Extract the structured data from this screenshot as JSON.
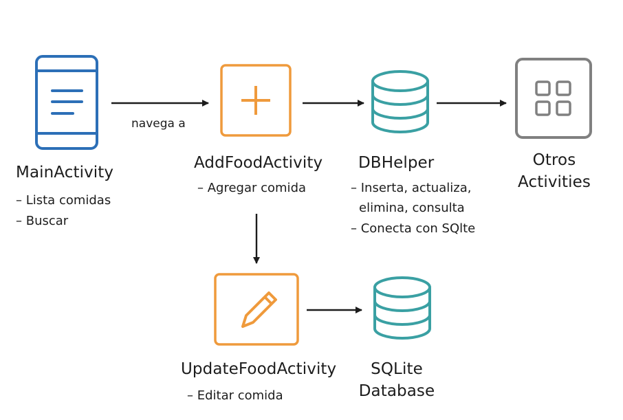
{
  "nodes": {
    "main_activity": {
      "title": "MainActivity",
      "lines": [
        "– Lista comidas",
        "– Buscar"
      ],
      "icon": "phone-list-icon",
      "color": "#2c6fb7"
    },
    "add_food_activity": {
      "title": "AddFoodActivity",
      "lines": [
        "– Agregar comida"
      ],
      "icon": "plus-icon",
      "color": "#ef9a3c"
    },
    "db_helper": {
      "title": "DBHelper",
      "lines": [
        "– Inserta, actualiza,",
        "elimina, consulta",
        "– Conecta con SQlte"
      ],
      "icon": "database-icon",
      "color": "#3aa0a3"
    },
    "otros_activities": {
      "title_line1": "Otros",
      "title_line2": "Activities",
      "icon": "grid-icon",
      "color": "#808080"
    },
    "update_food_activity": {
      "title": "UpdateFoodActivity",
      "lines": [
        "– Editar comida"
      ],
      "icon": "pencil-icon",
      "color": "#ef9a3c"
    },
    "sqlite_database": {
      "title_line1": "SQLite",
      "title_line2": "Database",
      "icon": "database-icon",
      "color": "#3aa0a3"
    }
  },
  "edges": {
    "main_to_add": {
      "label": "navega a"
    }
  }
}
